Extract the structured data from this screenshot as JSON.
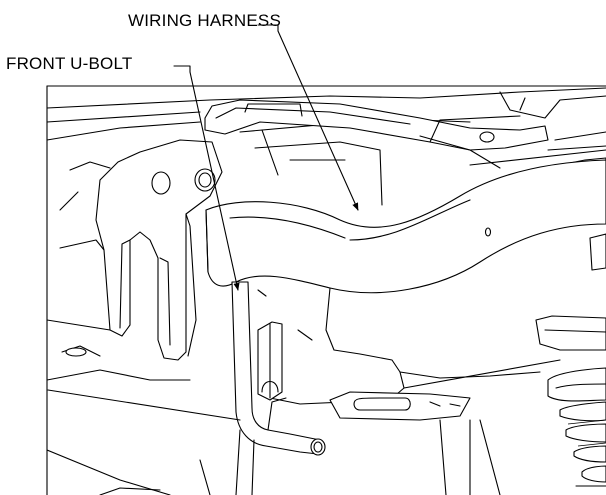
{
  "callouts": [
    {
      "id": "wiring_harness",
      "label": "WIRING HARNESS"
    },
    {
      "id": "front_u_bolt",
      "label": "FRONT U-BOLT"
    }
  ],
  "colors": {
    "line": "#000000",
    "background": "#ffffff"
  }
}
